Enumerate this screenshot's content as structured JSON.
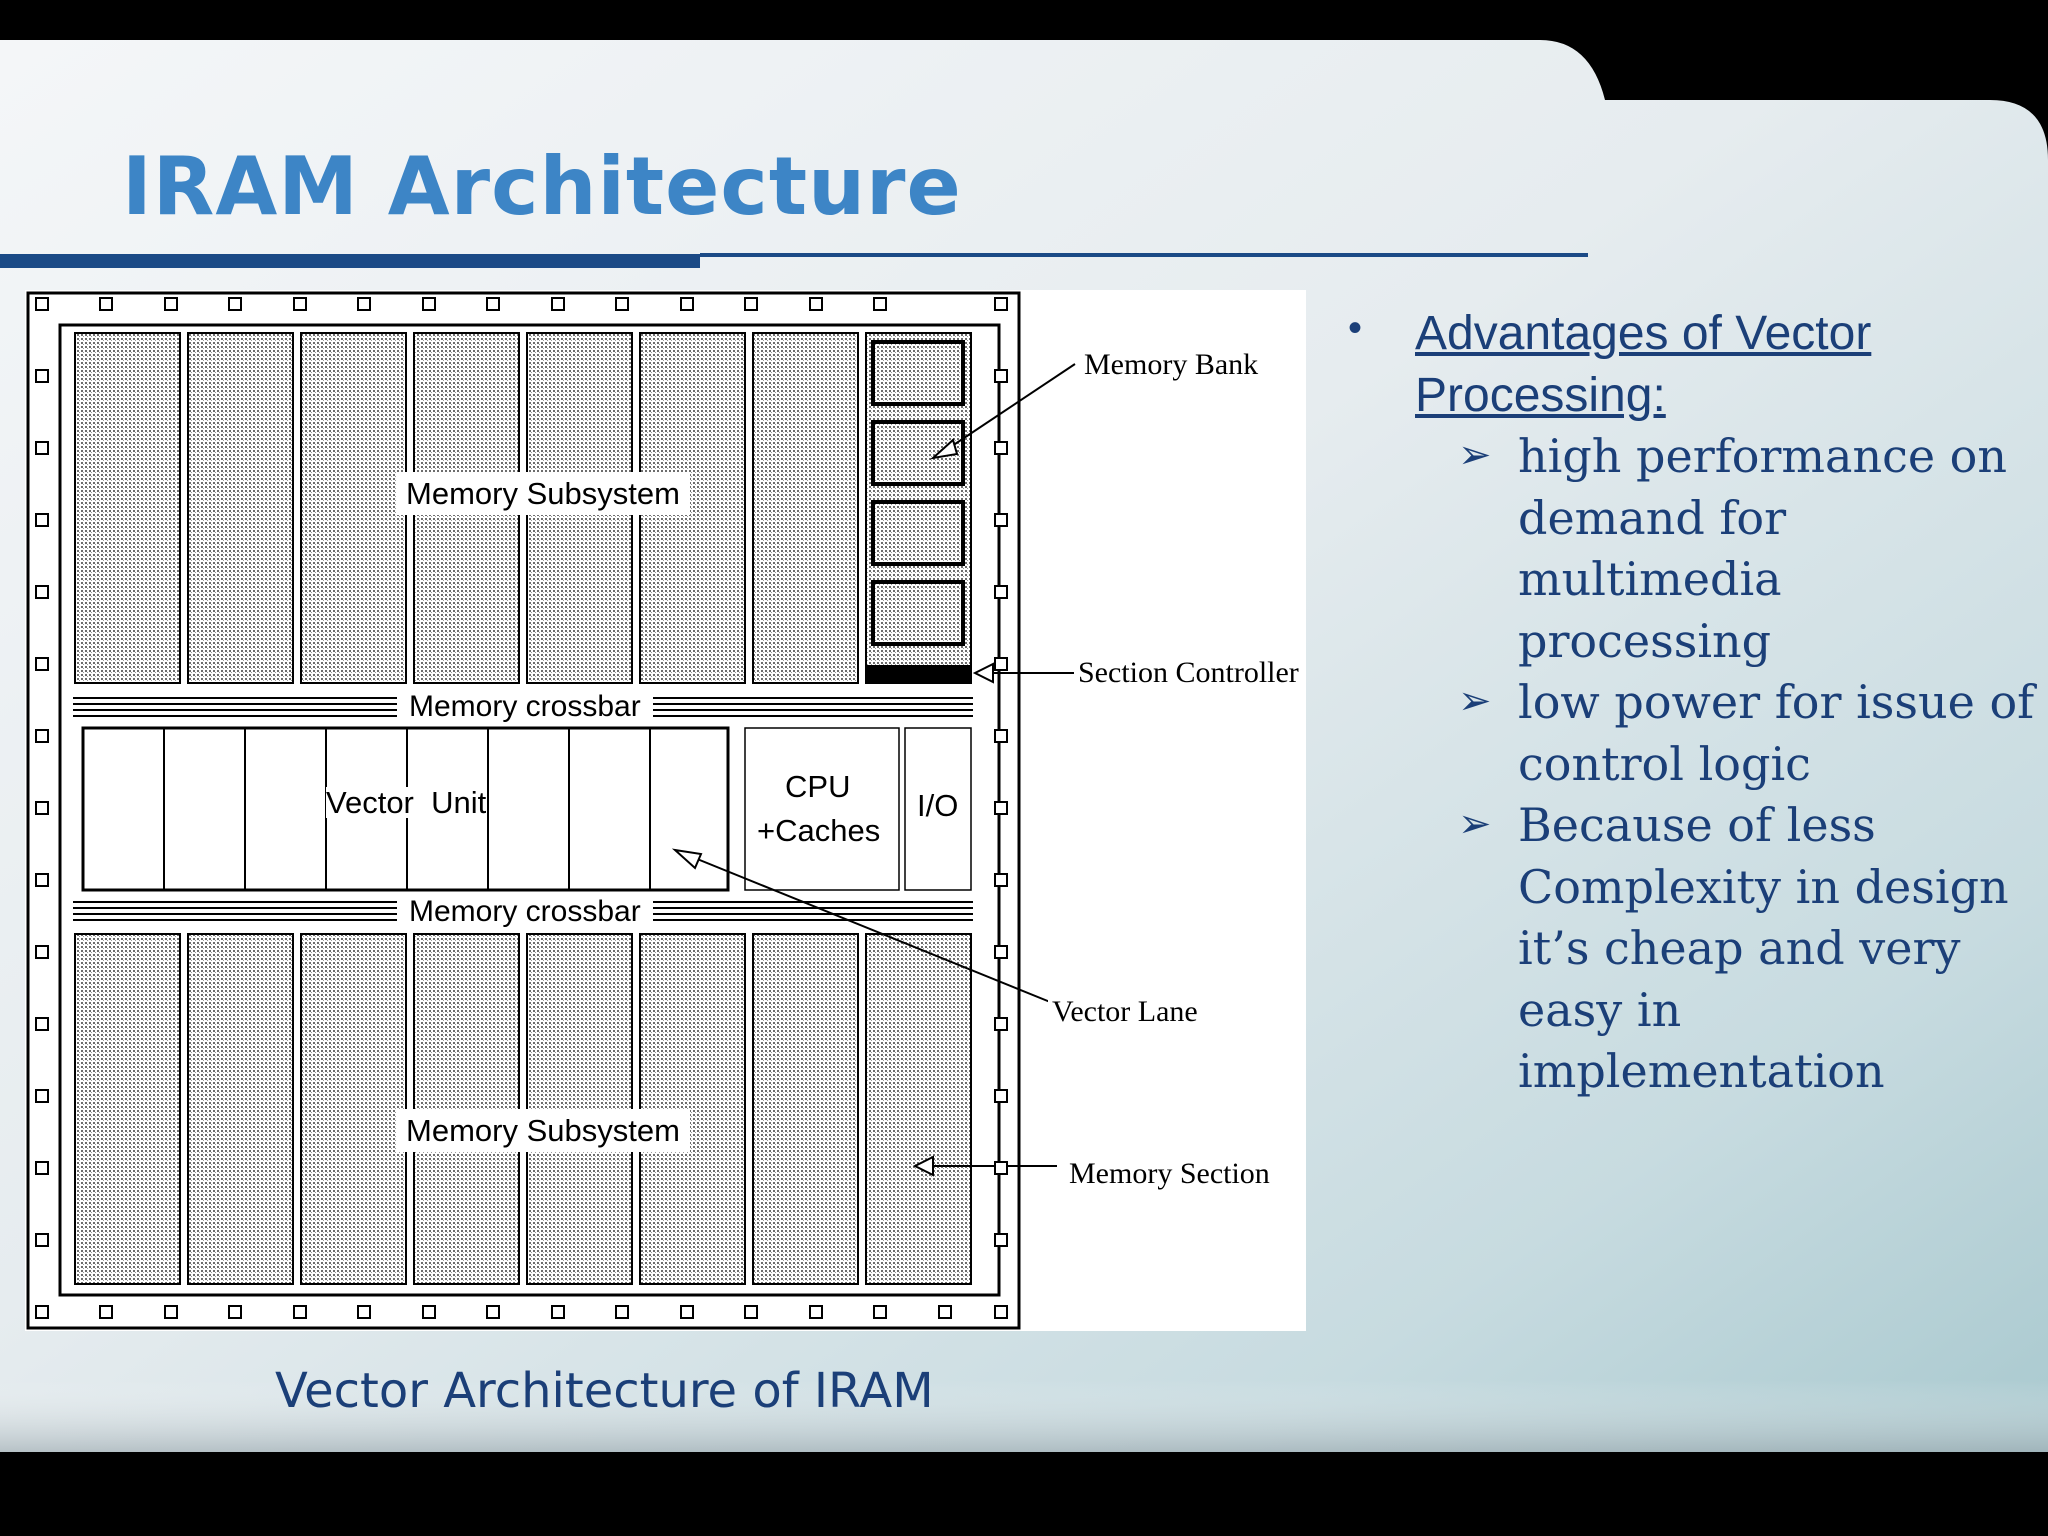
{
  "slide": {
    "title": "IRAM Architecture",
    "caption": "Vector Architecture of IRAM"
  },
  "diagram": {
    "memory_subsystem_top": "Memory Subsystem",
    "memory_subsystem_bottom": "Memory Subsystem",
    "crossbar_top": "Memory crossbar",
    "crossbar_bottom": "Memory crossbar",
    "vector_unit": "Vector  Unit",
    "cpu_line1": "CPU",
    "cpu_line2": "+Caches",
    "io": "I/O",
    "annotations": {
      "memory_bank": "Memory Bank",
      "section_controller": "Section Controller",
      "vector_lane": "Vector Lane",
      "memory_section": "Memory Section"
    }
  },
  "bullets": {
    "marker": "•",
    "heading_line1": "Advantages of Vector",
    "heading_line2": "Processing:",
    "sub_marker": "➢",
    "items": [
      "high performance on demand for multimedia processing",
      "low power for issue of control logic",
      "Because of less Complexity in design it’s cheap and very easy in implementation"
    ]
  },
  "colors": {
    "title": "#3d85c6",
    "body_text": "#1b3f78",
    "rule": "#1b4a86"
  }
}
